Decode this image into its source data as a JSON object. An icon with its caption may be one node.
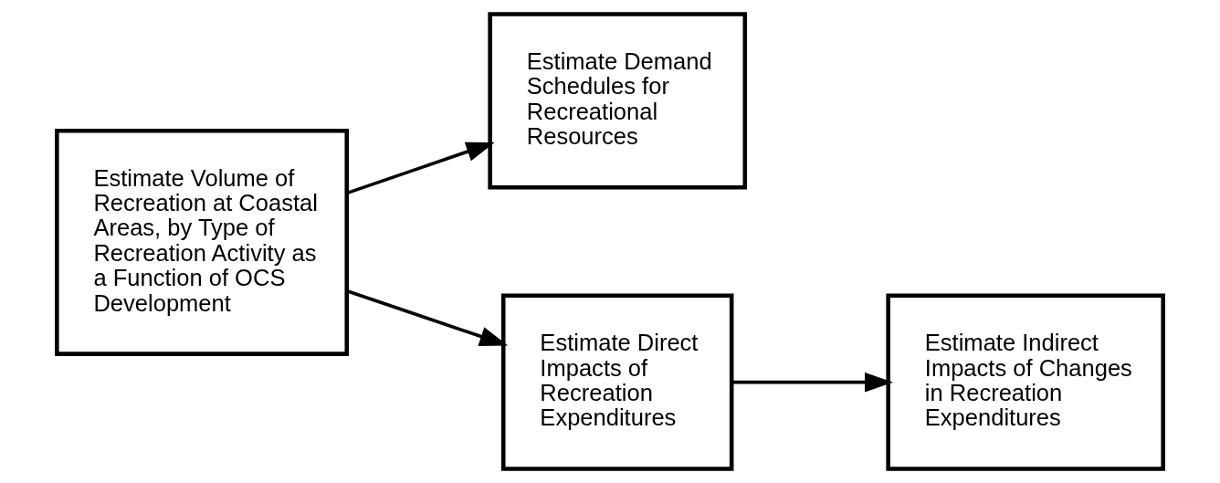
{
  "diagram": {
    "nodes": [
      {
        "text": [
          "Estimate Volume of Recreation at Coastal Areas, by Type of Recreation Activity as a Function of OCS Development"
        ]
      },
      {
        "text": [
          "Estimate Demand Schedules for Recreational Resources"
        ]
      },
      {
        "text": [
          "Estimate Direct Impacts of Recreation Expenditures"
        ]
      },
      {
        "text": [
          "Estimate Indirect Impacts of Changes in Recreation Expenditures"
        ]
      }
    ],
    "edges": [
      {
        "from": 0,
        "to": 1,
        "arrow": "to"
      },
      {
        "from": 0,
        "to": 2,
        "arrow": "to"
      },
      {
        "from": 2,
        "to": 3,
        "arrow": "to"
      }
    ]
  }
}
